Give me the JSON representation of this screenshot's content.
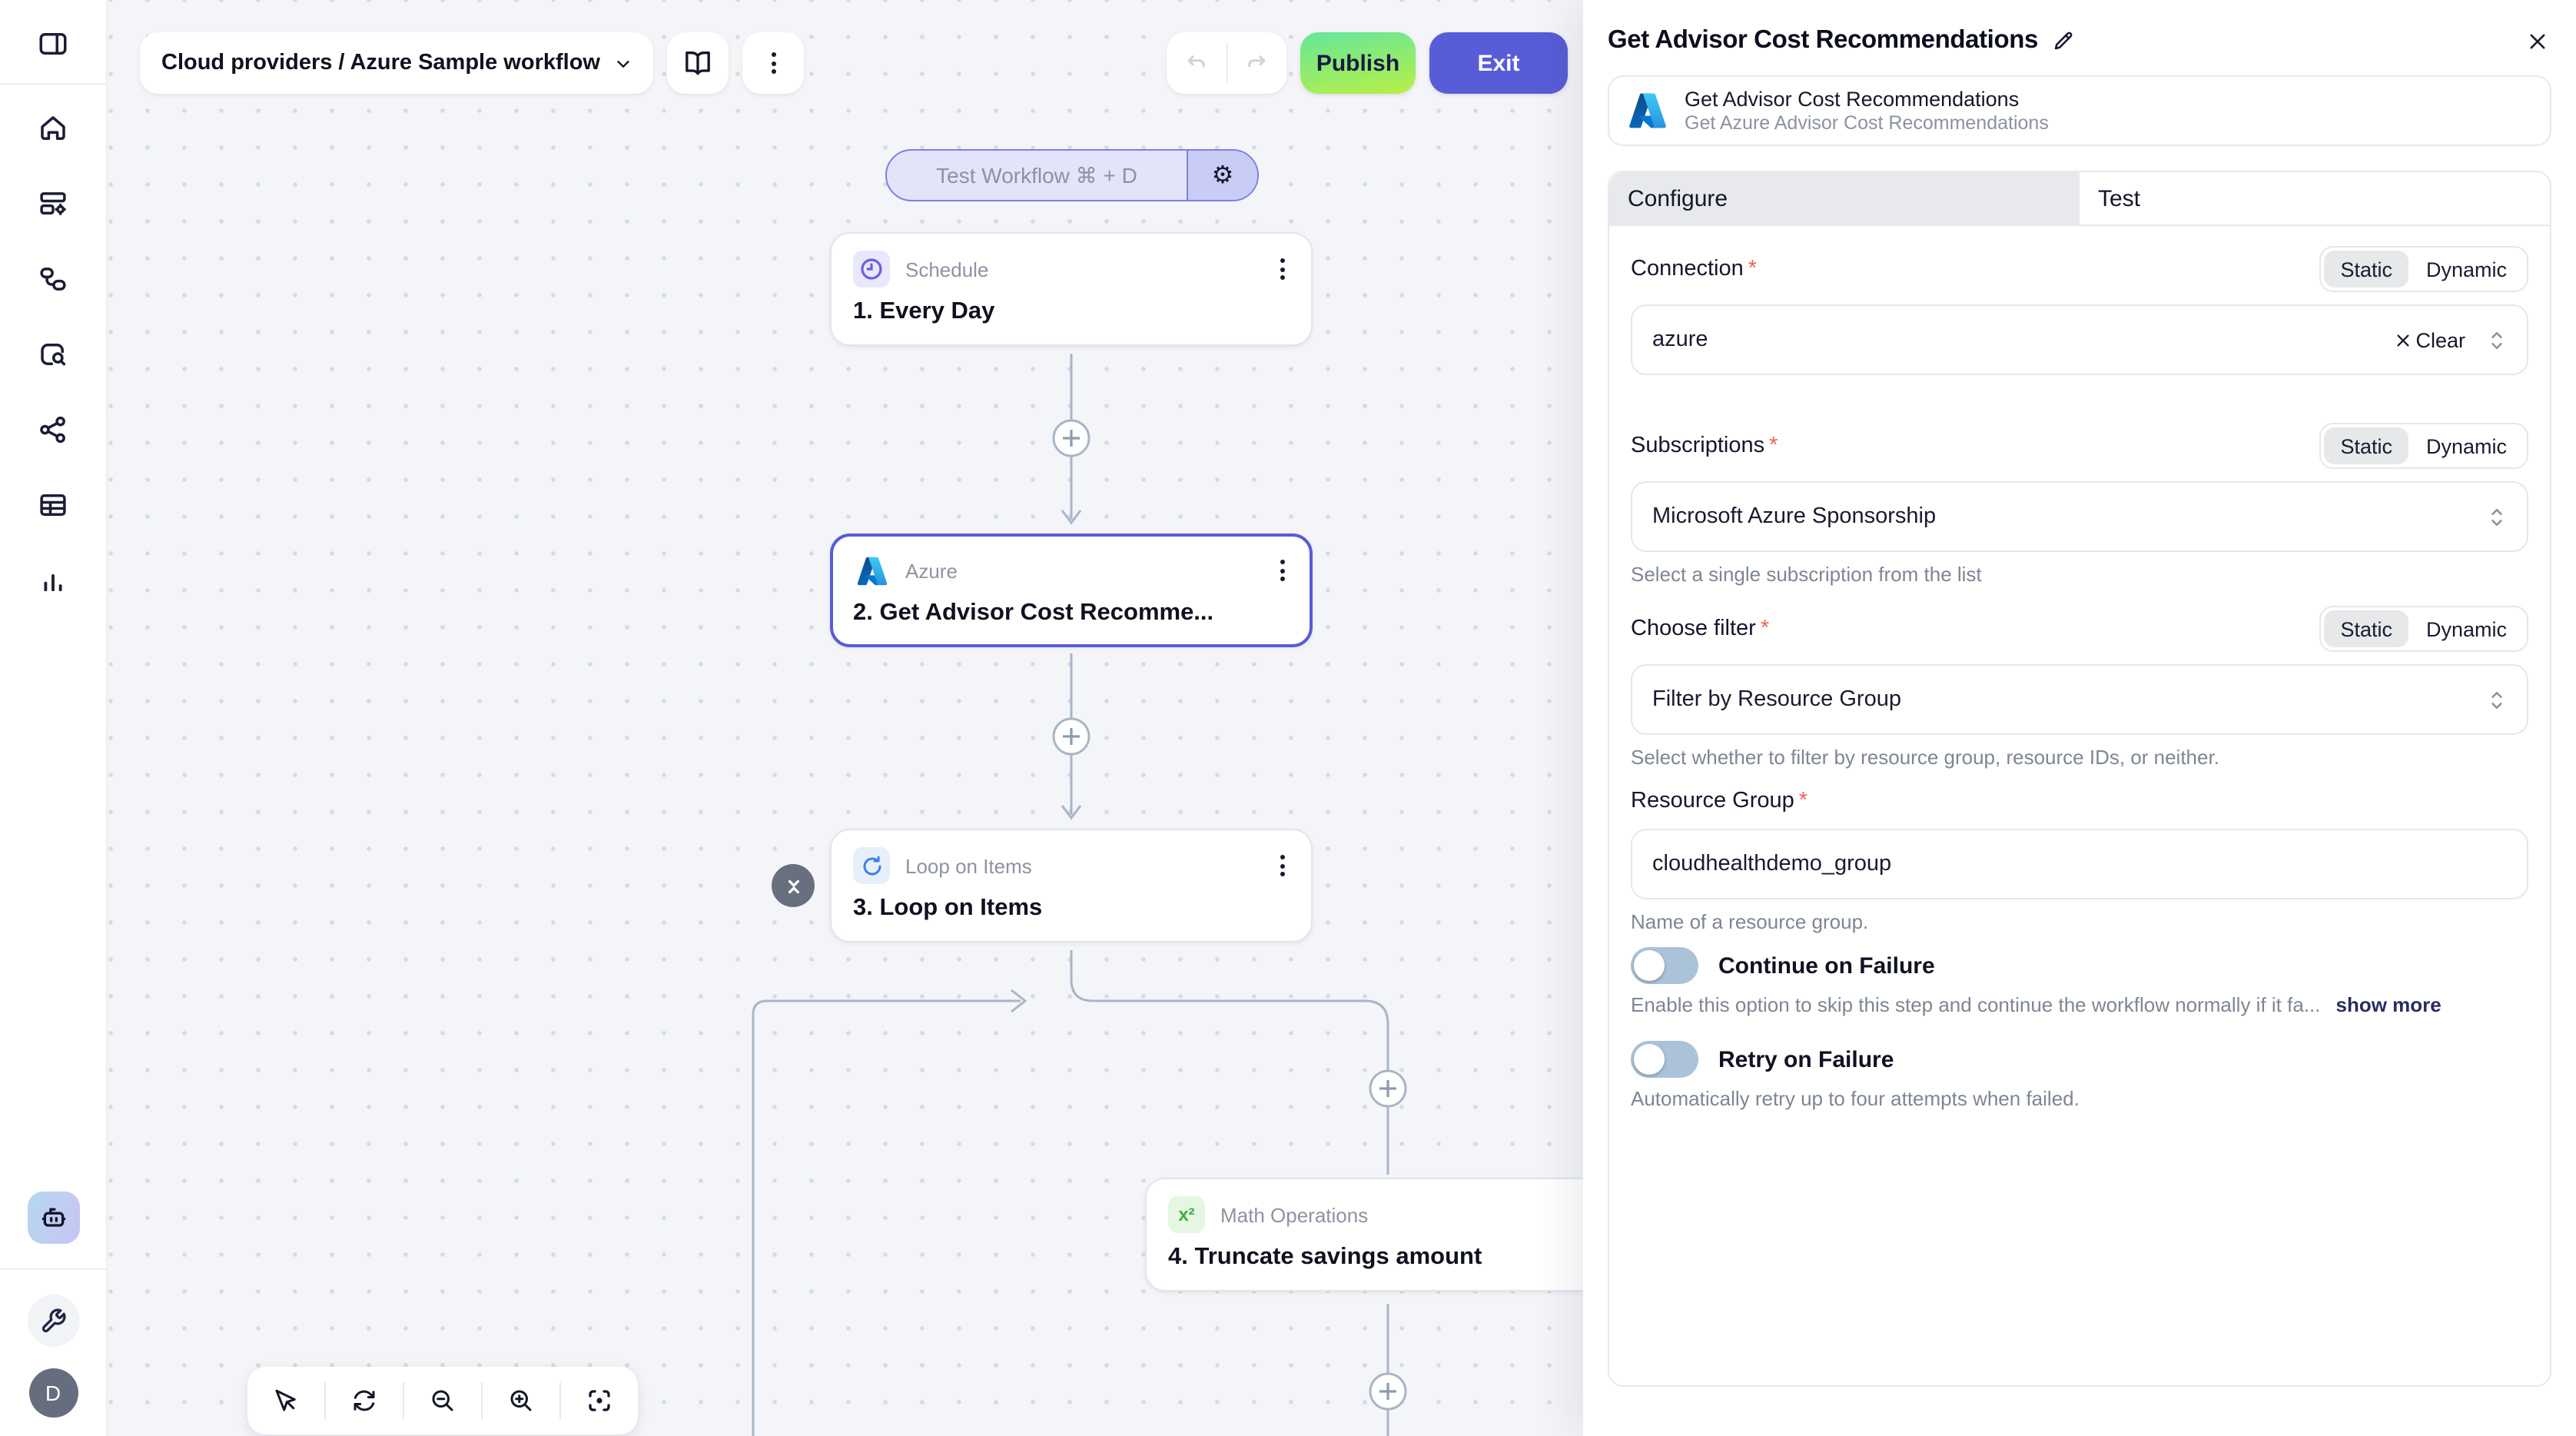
{
  "colors": {
    "accent": "#575cd8",
    "publish_gradient_top": "#69e795",
    "publish_gradient_bottom": "#b4ef4b",
    "exit": "#585dd7",
    "canvas_bg": "#f4f5f9",
    "edge": "#a9b5c8",
    "toggle_off": "#aac3d8",
    "tab_active_bg": "#e8e9ec"
  },
  "icons": [
    "panel-toggle-icon",
    "home-icon",
    "apps-icon",
    "workflow-icon",
    "search-box-icon",
    "share-icon",
    "table-icon",
    "analytics-icon",
    "robot-icon",
    "wrench-icon",
    "book-icon",
    "kebab-icon",
    "undo-icon",
    "redo-icon",
    "gear-icon",
    "clock-icon",
    "azure-logo",
    "loop-icon",
    "math-icon",
    "plus-icon",
    "collapse-icon",
    "cursor-icon",
    "refresh-icon",
    "zoom-out-icon",
    "zoom-in-icon",
    "focus-icon",
    "pencil-icon",
    "close-icon",
    "chevron-down-icon",
    "chevrons-updown-icon",
    "clear-x-icon"
  ],
  "sidebar": {
    "avatar_initial": "D"
  },
  "topbar": {
    "breadcrumb": "Cloud providers / Azure Sample workflow",
    "publish_label": "Publish",
    "exit_label": "Exit"
  },
  "canvas": {
    "test_button": {
      "label": "Test Workflow ⌘ + D",
      "gear_glyph": "⚙"
    },
    "nodes": [
      {
        "app": "Schedule",
        "title": "1. Every Day"
      },
      {
        "app": "Azure",
        "title": "2. Get Advisor Cost Recomme...",
        "selected": true
      },
      {
        "app": "Loop on Items",
        "title": "3. Loop on Items"
      },
      {
        "app": "Math Operations",
        "title": "4. Truncate savings amount"
      }
    ],
    "math_icon_glyph": "x²"
  },
  "panel": {
    "title": "Get Advisor Cost Recommendations",
    "required_mark": "*",
    "app_card": {
      "name": "Get Advisor Cost Recommendations",
      "description": "Get Azure Advisor Cost Recommendations"
    },
    "tabs": {
      "configure": "Configure",
      "test": "Test"
    },
    "modes": {
      "static": "Static",
      "dynamic": "Dynamic"
    },
    "fields": {
      "connection": {
        "label": "Connection",
        "value": "azure",
        "clear_label": "Clear"
      },
      "subscriptions": {
        "label": "Subscriptions",
        "value": "Microsoft Azure Sponsorship",
        "helper": "Select a single subscription from the list"
      },
      "choose_filter": {
        "label": "Choose filter",
        "value": "Filter by Resource Group",
        "helper": "Select whether to filter by resource group, resource IDs, or neither."
      },
      "resource_group": {
        "label": "Resource Group",
        "value": "cloudhealthdemo_group",
        "helper": "Name of a resource group."
      },
      "continue_on_failure": {
        "label": "Continue on Failure",
        "helper": "Enable this option to skip this step and continue the workflow normally if it fa...",
        "show_more": "show more"
      },
      "retry_on_failure": {
        "label": "Retry on Failure",
        "helper": "Automatically retry up to four attempts when failed."
      }
    }
  }
}
